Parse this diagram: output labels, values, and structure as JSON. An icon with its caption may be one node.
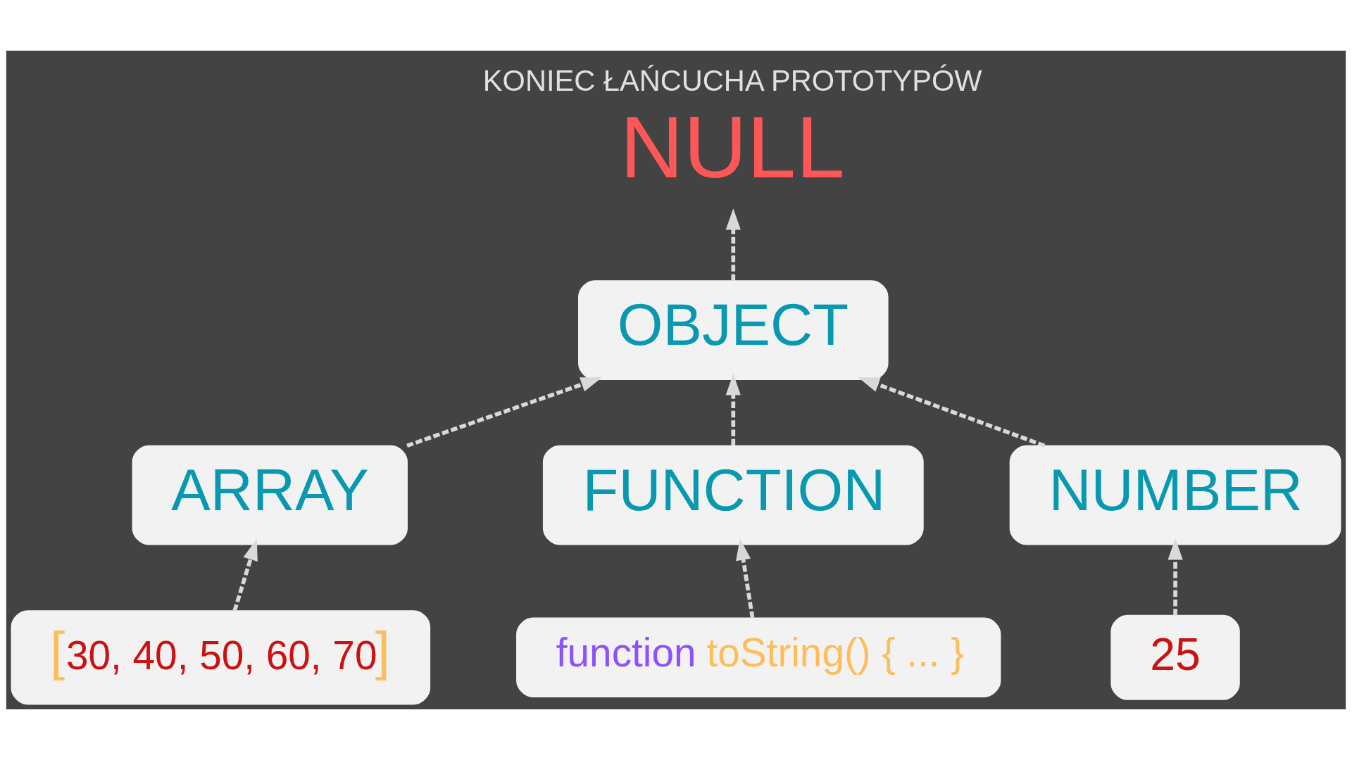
{
  "diagram": {
    "nodes": [
      {
        "text": [
          "KONIEC ŁAŃCUCHA PROTOTYPÓW",
          "NULL"
        ]
      },
      {
        "text": [
          "OBJECT"
        ]
      },
      {
        "text": [
          "ARRAY"
        ]
      },
      {
        "text": [
          "NUMBER"
        ]
      },
      {
        "text": [
          "FUNCTION"
        ]
      },
      {
        "text": [
          "[30, 40, 50, 60, 70]"
        ]
      },
      {
        "text": [
          "25"
        ]
      },
      {
        "text": [
          "function toString() { ... }"
        ]
      }
    ],
    "edges": [
      {
        "from": 1,
        "to": 0,
        "arrow": "to",
        "style": "dashed"
      },
      {
        "from": 2,
        "to": 1,
        "arrow": "to",
        "style": "dashed"
      },
      {
        "from": 4,
        "to": 1,
        "arrow": "to",
        "style": "dashed"
      },
      {
        "from": 3,
        "to": 1,
        "arrow": "to",
        "style": "dashed"
      },
      {
        "from": 5,
        "to": 2,
        "arrow": "to",
        "style": "dashed"
      },
      {
        "from": 7,
        "to": 4,
        "arrow": "to",
        "style": "dashed"
      },
      {
        "from": 6,
        "to": 3,
        "arrow": "to",
        "style": "dashed"
      }
    ]
  }
}
